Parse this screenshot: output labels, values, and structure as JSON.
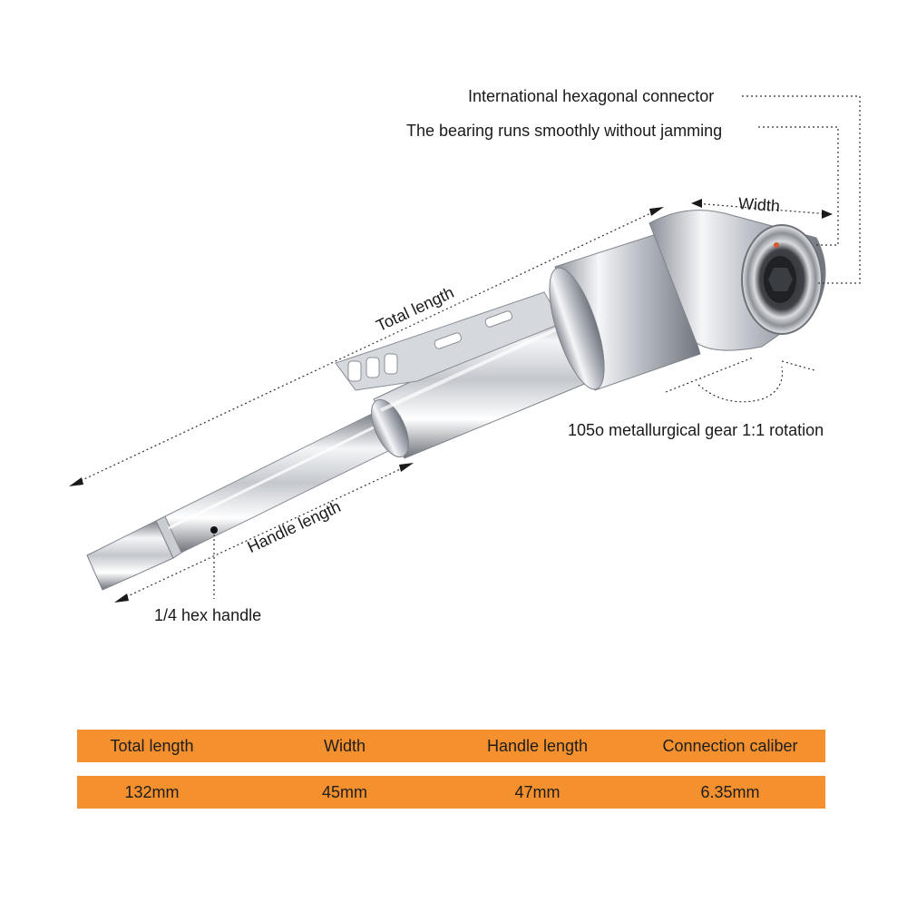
{
  "callouts": {
    "hex_connector": "International hexagonal connector",
    "bearing": "The bearing runs smoothly without jamming",
    "width": "Width",
    "total_length": "Total length",
    "gear": "105o metallurgical gear 1:1 rotation",
    "handle_length": "Handle length",
    "hex_handle": "1/4 hex handle"
  },
  "spec_table": {
    "headers": [
      "Total length",
      "Width",
      "Handle length",
      "Connection caliber"
    ],
    "values": [
      "132mm",
      "45mm",
      "47mm",
      "6.35mm"
    ]
  },
  "colors": {
    "table_bg": "#f5902f",
    "metal_light": "#f2f3f5",
    "metal_mid": "#b9bdc4",
    "metal_dark": "#6e737b"
  }
}
